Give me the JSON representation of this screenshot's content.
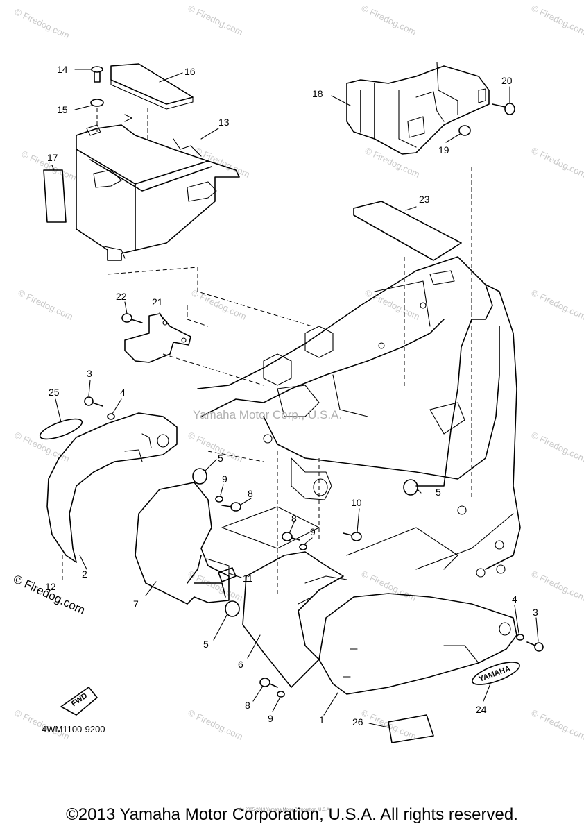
{
  "callouts": {
    "c1": "1",
    "c2": "2",
    "c3a": "3",
    "c3b": "3",
    "c4a": "4",
    "c4b": "4",
    "c5a": "5",
    "c5b": "5",
    "c5c": "5",
    "c6": "6",
    "c7": "7",
    "c8a": "8",
    "c8b": "8",
    "c8c": "8",
    "c9a": "9",
    "c9b": "9",
    "c9c": "9",
    "c10": "10",
    "c11": "11",
    "c12": "12",
    "c13": "13",
    "c14": "14",
    "c15": "15",
    "c16": "16",
    "c17": "17",
    "c18": "18",
    "c19": "19",
    "c20": "20",
    "c21": "21",
    "c22": "22",
    "c23": "23",
    "c24": "24",
    "c25": "25",
    "c26": "26"
  },
  "diagram_code": "4WM1100-9200",
  "fwd_label": "FWD",
  "emblem_text": "YAMAHA",
  "center_watermark": "Yamaha Motor Corp., U.S.A.",
  "side_watermark": "© Firedog.com",
  "tile_watermark": "© Firedog.com",
  "tiny_notice": "(c) 2005-2013 Yamaha Motor Corporation, U.S.A.",
  "footer": "©2013 Yamaha Motor Corporation, U.S.A. All rights reserved."
}
